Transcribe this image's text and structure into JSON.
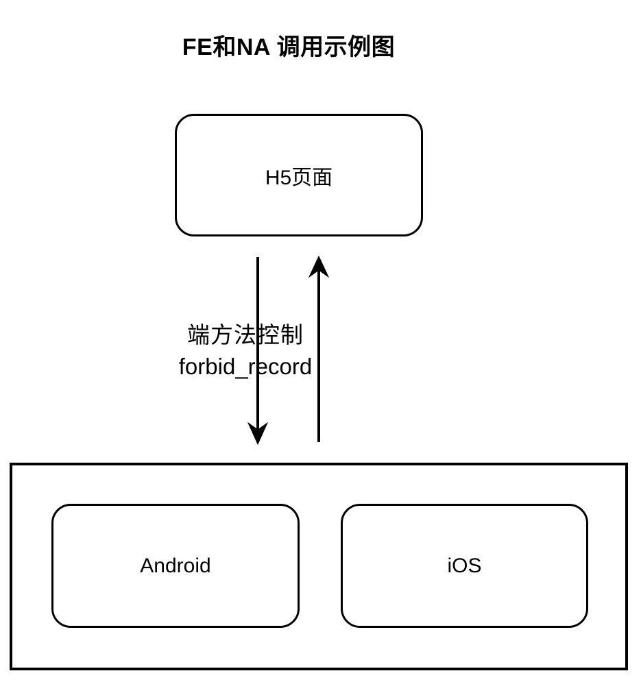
{
  "title": "FE和NA 调用示例图",
  "diagram": {
    "h5_node": {
      "label": "H5页面"
    },
    "edge_label": {
      "line1": "端方法控制",
      "line2": "forbid_record"
    },
    "native_container": {
      "android_node": {
        "label": "Android"
      },
      "ios_node": {
        "label": "iOS"
      }
    }
  },
  "colors": {
    "stroke": "#000000",
    "text": "#000000",
    "background": "#ffffff"
  }
}
